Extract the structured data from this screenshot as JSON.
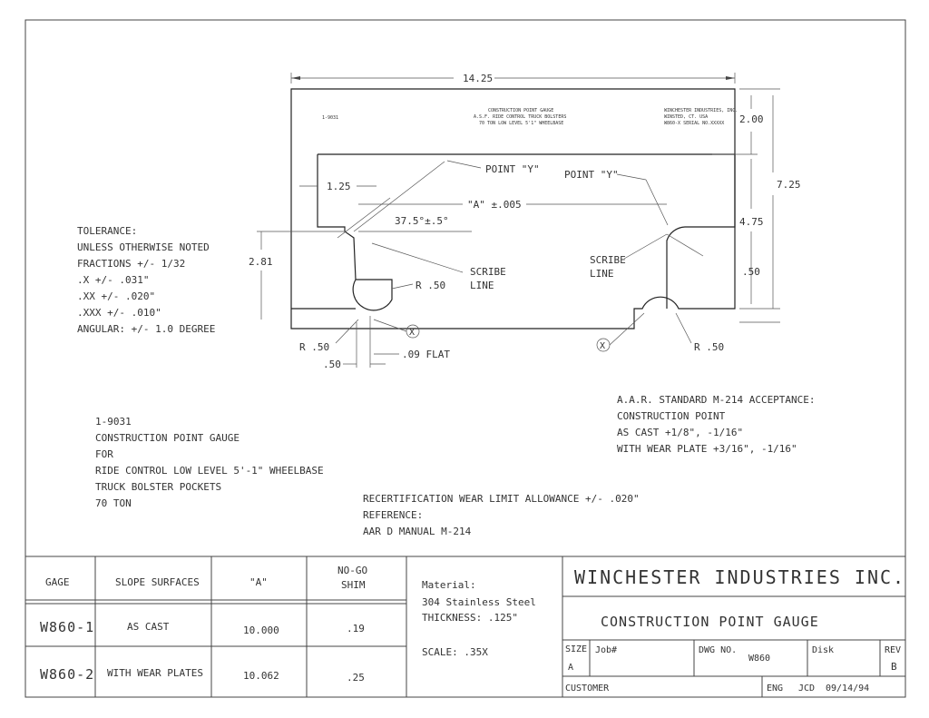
{
  "gauge_dims": {
    "overall_width": "14.25",
    "top_band": "2.00",
    "overall_height": "7.25",
    "inner_height": "4.75",
    "right_small": ".50",
    "left_step": "1.25",
    "angle": "37.5°±.5°",
    "a_dim": "\"A\" ±.005",
    "height_281": "2.81",
    "radius_left_inner": "R .50",
    "radius_left_outer": "R .50",
    "radius_right": "R .50",
    "small_50": ".50",
    "flat": ".09 FLAT",
    "point_y_left": "POINT \"Y\"",
    "point_y_right": "POINT \"Y\"",
    "scribe_left": [
      "SCRIBE",
      "LINE"
    ],
    "scribe_right": [
      "SCRIBE",
      "LINE"
    ],
    "x_mark": "X"
  },
  "plate_engraving": {
    "part_no": "1-9031",
    "title_lines": [
      "CONSTRUCTION POINT GAUGE",
      "A.S.F. RIDE CONTROL TRUCK BOLSTERS",
      "70 TON LOW LEVEL 5'1\" WHEELBASE"
    ],
    "maker_lines": [
      "WINCHESTER INDUSTRIES, INC.",
      "WINSTED, CT. USA",
      "W860-X  SERIAL NO.XXXXX"
    ]
  },
  "tolerance_note": [
    "TOLERANCE:",
    "UNLESS OTHERWISE NOTED",
    "FRACTIONS +/- 1/32",
    ".X    +/- .031\"",
    ".XX   +/- .020\"",
    ".XXX  +/- .010\"",
    "ANGULAR: +/- 1.0 DEGREE"
  ],
  "aar_note": [
    "A.A.R. STANDARD M-214 ACCEPTANCE:",
    "CONSTRUCTION POINT",
    "AS CAST +1/8\", -1/16\"",
    "WITH WEAR PLATE +3/16\", -1/16\""
  ],
  "description_note": [
    "1-9031",
    "CONSTRUCTION POINT GAUGE",
    "FOR",
    "RIDE CONTROL LOW LEVEL 5'-1\" WHEELBASE",
    "TRUCK BOLSTER POCKETS",
    "70 TON"
  ],
  "recert_note": [
    "RECERTIFICATION WEAR LIMIT ALLOWANCE +/- .020\"",
    "REFERENCE:",
    "AAR D MANUAL M-214"
  ],
  "gage_table": {
    "headers": [
      "GAGE",
      "SLOPE SURFACES",
      "\"A\"",
      "NO-GO",
      "SHIM"
    ],
    "rows": [
      [
        "W860-1",
        "AS CAST",
        "10.000",
        ".19"
      ],
      [
        "W860-2",
        "WITH WEAR PLATES",
        "10.062",
        ".25"
      ]
    ]
  },
  "material": {
    "label": "Material:",
    "value": "304 Stainless Steel",
    "thickness": "THICKNESS: .125\"",
    "scale": "SCALE: .35X"
  },
  "title_block": {
    "company": "WINCHESTER INDUSTRIES INC.",
    "title": "CONSTRUCTION POINT GAUGE",
    "size_label": "SIZE",
    "size_value": "A",
    "job_label": "Job#",
    "dwg_label": "DWG NO.",
    "dwg_value": "W860",
    "disk_label": "Disk",
    "rev_label": "REV",
    "rev_value": "B",
    "customer_label": "CUSTOMER",
    "eng_label": "ENG",
    "eng_value": "JCD",
    "date_value": "09/14/94"
  }
}
